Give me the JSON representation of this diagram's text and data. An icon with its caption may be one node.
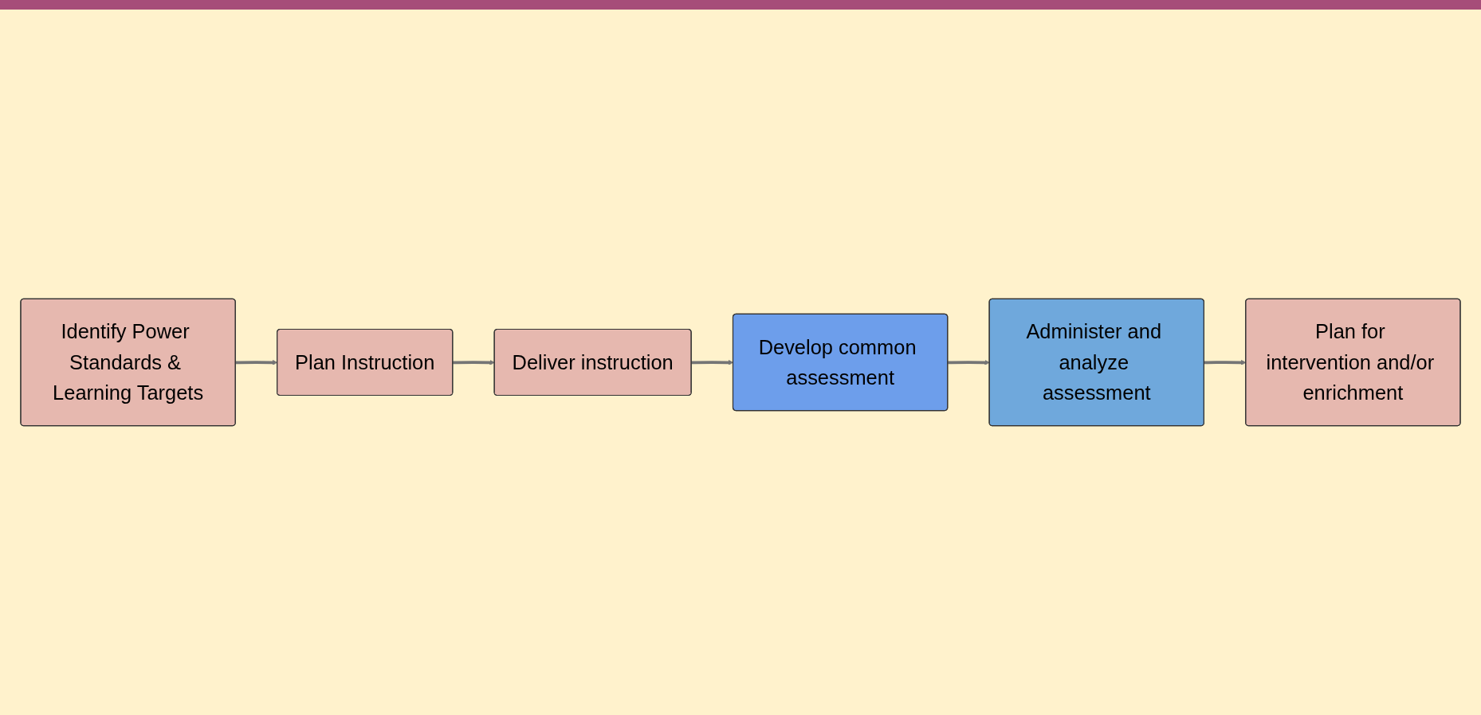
{
  "diagram": {
    "nodes": [
      {
        "text": [
          "Identify Power Standards & Learning Targets"
        ]
      },
      {
        "text": [
          "Plan Instruction"
        ]
      },
      {
        "text": [
          "Deliver instruction"
        ]
      },
      {
        "text": [
          "Develop common assessment"
        ]
      },
      {
        "text": [
          "Administer and analyze assessment"
        ]
      },
      {
        "text": [
          "Plan for intervention and/or enrichment"
        ]
      }
    ],
    "edges": [
      {
        "from": 0,
        "to": 1,
        "arrow": "to"
      },
      {
        "from": 1,
        "to": 2,
        "arrow": "to"
      },
      {
        "from": 2,
        "to": 3,
        "arrow": "to"
      },
      {
        "from": 3,
        "to": 4,
        "arrow": "to"
      },
      {
        "from": 4,
        "to": 5,
        "arrow": "to"
      }
    ]
  }
}
